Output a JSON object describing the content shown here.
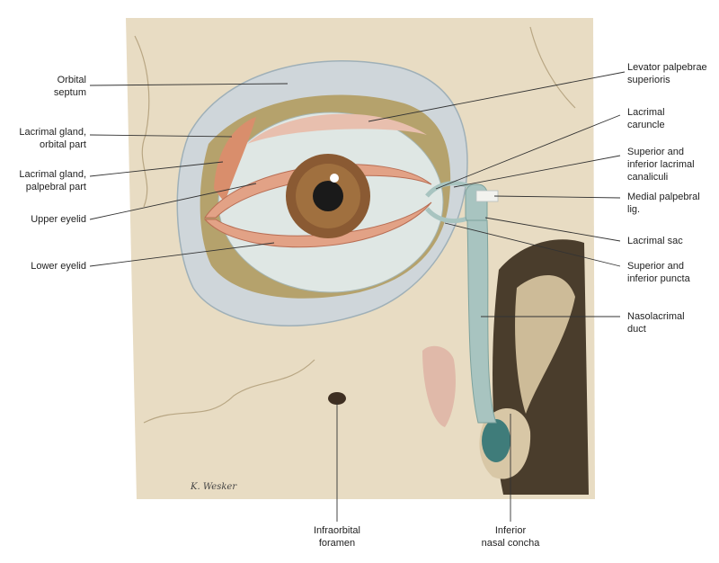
{
  "labels": {
    "orbital_septum": [
      "Orbital",
      "septum"
    ],
    "lacrimal_gland_orbital": [
      "Lacrimal gland,",
      "orbital part"
    ],
    "lacrimal_gland_palpebral": [
      "Lacrimal gland,",
      "palpebral part"
    ],
    "upper_eyelid": [
      "Upper eyelid"
    ],
    "lower_eyelid": [
      "Lower eyelid"
    ],
    "levator": [
      "Levator palpebrae",
      "superioris"
    ],
    "lacrimal_caruncle": [
      "Lacrimal",
      "caruncle"
    ],
    "canaliculi": [
      "Superior and",
      "inferior lacrimal",
      "canaliculi"
    ],
    "medial_palpebral": [
      "Medial palpebral",
      "lig."
    ],
    "lacrimal_sac": [
      "Lacrimal sac"
    ],
    "puncta": [
      "Superior and",
      "inferior puncta"
    ],
    "nasolacrimal": [
      "Nasolacrimal",
      "duct"
    ],
    "infraorbital": [
      "Infraorbital",
      "foramen"
    ],
    "concha": [
      "Inferior",
      "nasal concha"
    ]
  },
  "signature": "K. Wesker",
  "colors": {
    "bone": "#e8dcc3",
    "bone_shadow": "#cdbb98",
    "septum": "#cfd6da",
    "sclera": "#dfe7e4",
    "iris": "#8a5a33",
    "eyelid": "#e2a286",
    "duct": "#a8c4c0",
    "cavity": "#4a3d2c"
  }
}
